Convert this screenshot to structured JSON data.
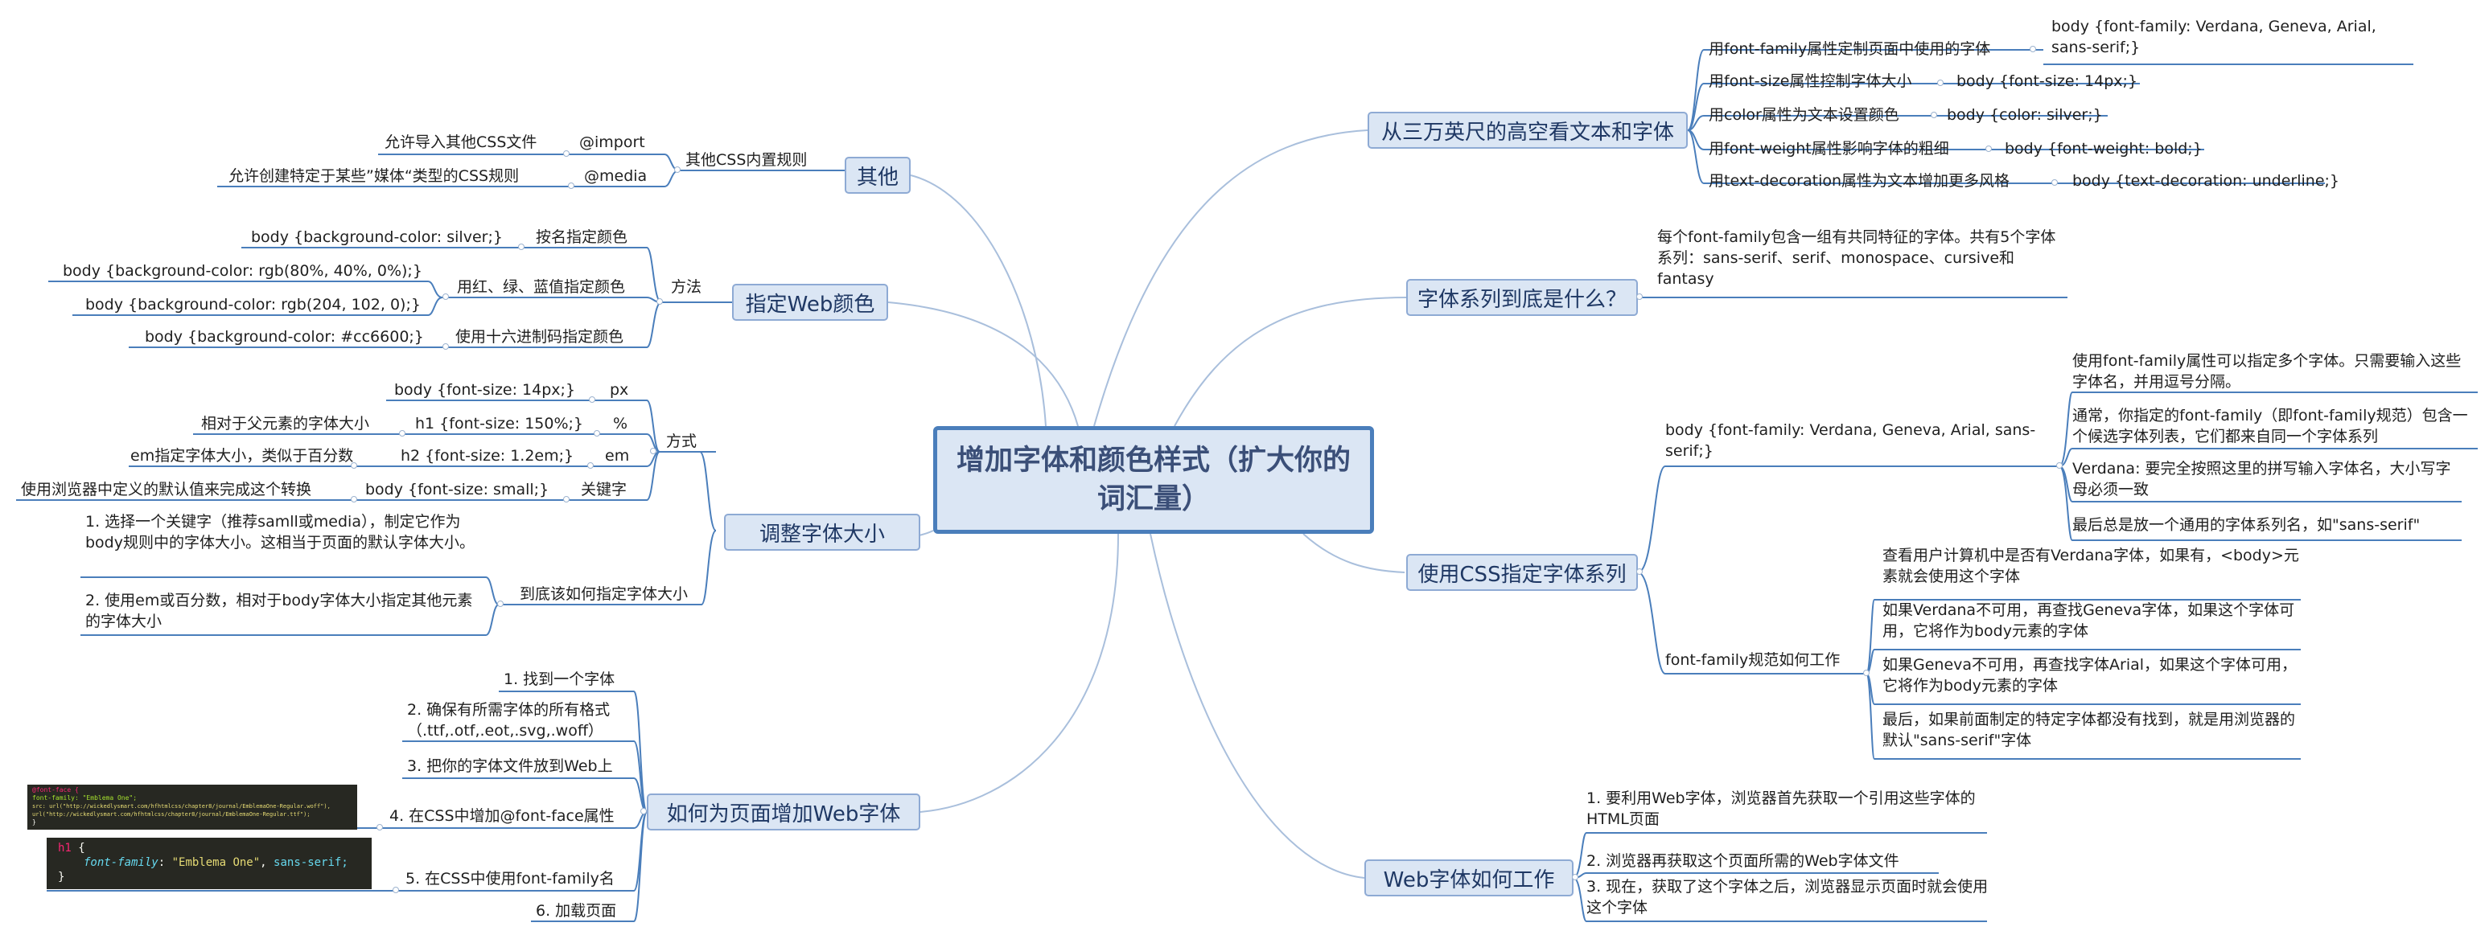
{
  "center": "增加字体和颜色样式（扩大你的词汇量）",
  "branches": {
    "overview": {
      "title": "从三万英尺的高空看文本和字体",
      "items": [
        {
          "label": "用font-family属性定制页面中使用的字体",
          "value": "body {font-family: Verdana, Geneva, Arial, sans-serif;}"
        },
        {
          "label": "用font-size属性控制字体大小",
          "value": "body {font-size: 14px;}"
        },
        {
          "label": "用color属性为文本设置颜色",
          "value": "body {color: silver;}"
        },
        {
          "label": "用font-weight属性影响字体的粗细",
          "value": "body {font-weight: bold;}"
        },
        {
          "label": "用text-decoration属性为文本增加更多风格",
          "value": "body {text-decoration: underline;}"
        }
      ]
    },
    "families": {
      "title": "字体系列到底是什么？",
      "note": "每个font-family包含一组有共同特征的字体。共有5个字体系列：sans-serif、serif、monospace、cursive和fantasy"
    },
    "css_families": {
      "title": "使用CSS指定字体系列",
      "rule": "body {font-family: Verdana, Geneva, Arial, sans-serif;}",
      "rule_notes": [
        "使用font-family属性可以指定多个字体。只需要输入这些字体名，并用逗号分隔。",
        "通常，你指定的font-family（即font-family规范）包含一个候选字体列表，它们都来自同一个字体系列",
        "Verdana: 要完全按照这里的拼写输入字体名，大小写字母必须一致",
        "最后总是放一个通用的字体系列名，如\"sans-serif\""
      ],
      "how": "font-family规范如何工作",
      "how_notes": [
        "查看用户计算机中是否有Verdana字体，如果有，<body>元素就会使用这个字体",
        "如果Verdana不可用，再查找Geneva字体，如果这个字体可用，它将作为body元素的字体",
        "如果Geneva不可用，再查找字体Arial，如果这个字体可用，它将作为body元素的字体",
        "最后，如果前面制定的特定字体都没有找到，就是用浏览器的默认\"sans-serif\"字体"
      ]
    },
    "webfont_work": {
      "title": "Web字体如何工作",
      "steps": [
        "1. 要利用Web字体，浏览器首先获取一个引用这些字体的HTML页面",
        "2. 浏览器再获取这个页面所需的Web字体文件",
        "3. 现在，获取了这个字体之后，浏览器显示页面时就会使用这个字体"
      ]
    },
    "other": {
      "title": "其他",
      "sub": "其他CSS内置规则",
      "items": [
        {
          "name": "@import",
          "desc": "允许导入其他CSS文件"
        },
        {
          "name": "@media",
          "desc": "允许创建特定于某些”媒体“类型的CSS规则"
        }
      ]
    },
    "color": {
      "title": "指定Web颜色",
      "sub": "方法",
      "items": [
        {
          "name": "按名指定颜色",
          "examples": [
            "body {background-color: silver;}"
          ]
        },
        {
          "name": "用红、绿、蓝值指定颜色",
          "examples": [
            "body {background-color: rgb(80%, 40%, 0%);}",
            "body {background-color: rgb(204, 102, 0);}"
          ]
        },
        {
          "name": "使用十六进制码指定颜色",
          "examples": [
            "body {background-color: #cc6600;}"
          ]
        }
      ]
    },
    "size": {
      "title": "调整字体大小",
      "sub": "方式",
      "items": [
        {
          "unit": "px",
          "example": "body {font-size: 14px;}",
          "desc": ""
        },
        {
          "unit": "%",
          "example": "h1 {font-size: 150%;}",
          "desc": "相对于父元素的字体大小"
        },
        {
          "unit": "em",
          "example": "h2 {font-size: 1.2em;}",
          "desc": "em指定字体大小，类似于百分数"
        },
        {
          "unit": "关键字",
          "example": "body {font-size: small;}",
          "desc": "使用浏览器中定义的默认值来完成这个转换"
        }
      ],
      "how": "到底该如何指定字体大小",
      "how_notes": [
        "1. 选择一个关键字（推荐samll或media），制定它作为body规则中的字体大小。这相当于页面的默认字体大小。",
        "2. 使用em或百分数，相对于body字体大小指定其他元素的字体大小"
      ]
    },
    "add_webfont": {
      "title": "如何为页面增加Web字体",
      "steps": [
        "1. 找到一个字体",
        "2. 确保有所需字体的所有格式（.ttf,.otf,.eot,.svg,.woff）",
        "3. 把你的字体文件放到Web上",
        "4. 在CSS中增加@font-face属性",
        "5. 在CSS中使用font-family名",
        "6. 加载页面"
      ],
      "code_fontface": [
        "@font-face {",
        "  font-family: \"Emblema One\";",
        "  src: url(\"http://wickedlysmart.com/hfhtmlcss/chapter8/journal/EmblemaOne-Regular.woff\"),",
        "       url(\"http://wickedlysmart.com/hfhtmlcss/chapter8/journal/EmblemaOne-Regular.ttf\");",
        "}"
      ],
      "code_usage": {
        "selector": "h1",
        "open": "{",
        "property": "font-family",
        "colon": ":",
        "value": "\"Emblema One\"",
        "comma": ",",
        "generic": "sans-serif;",
        "close": "}"
      }
    }
  },
  "colors": {
    "line": "#a9bfdc",
    "underline": "#4a7ebb",
    "node_fill": "#dbe6f4",
    "central_text": "#3b4f78",
    "code_bg": "#272822"
  }
}
